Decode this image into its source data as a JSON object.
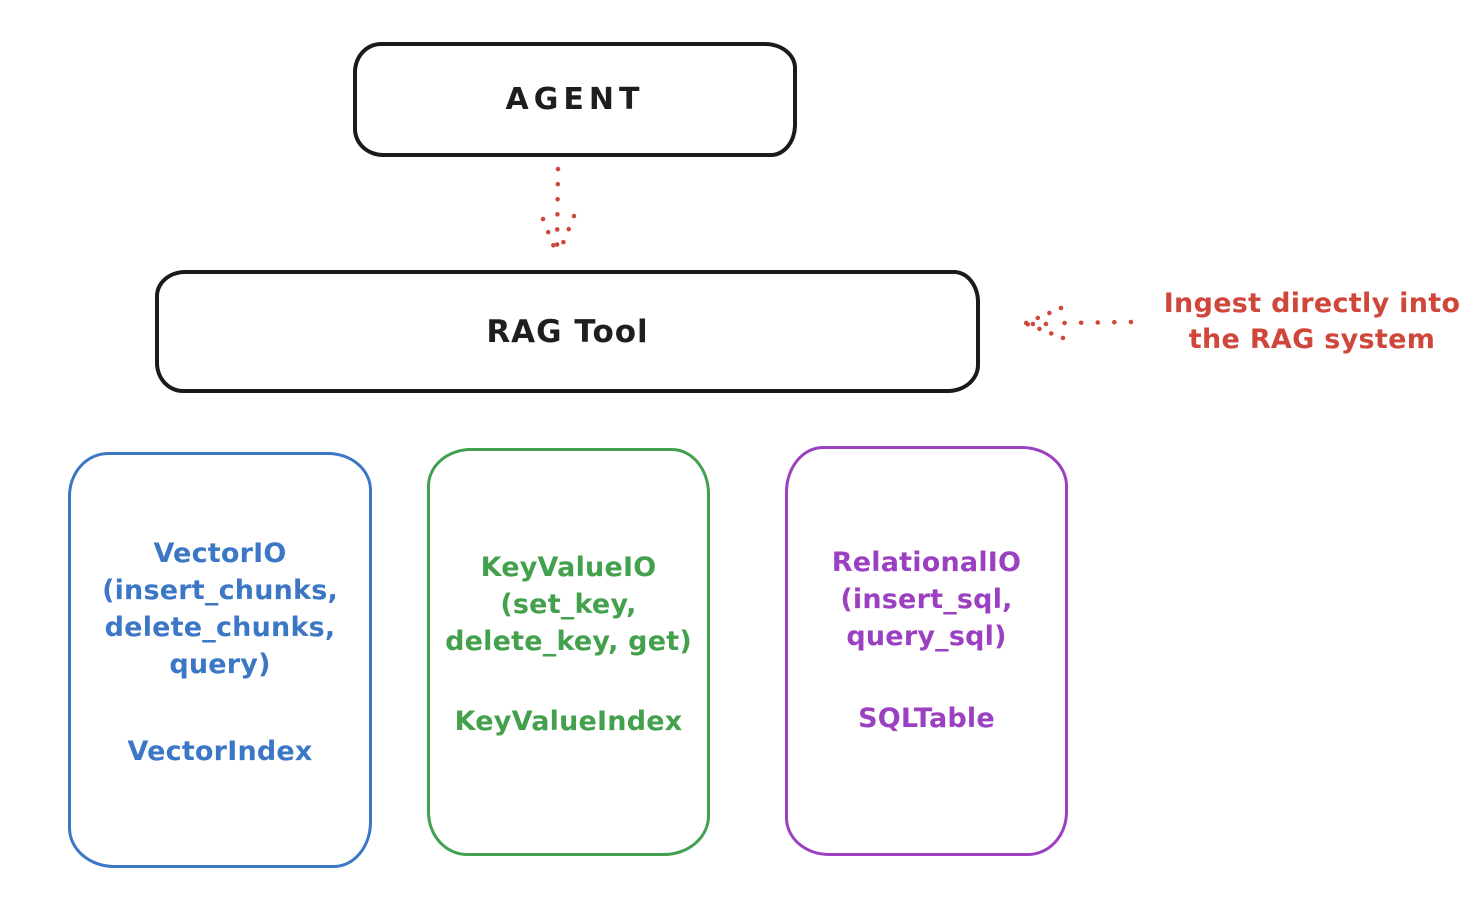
{
  "nodes": {
    "agent": {
      "label": "AGENT"
    },
    "rag_tool": {
      "label": "RAG Tool"
    },
    "backends": [
      {
        "lines": [
          "VectorIO",
          "(insert_chunks,",
          "delete_chunks,",
          "query)"
        ],
        "index_label": "VectorIndex",
        "color": "#3b77c5"
      },
      {
        "lines": [
          "KeyValueIO",
          "(set_key,",
          "delete_key, get)"
        ],
        "index_label": "KeyValueIndex",
        "color": "#43a04c"
      },
      {
        "lines": [
          "RelationalIO",
          "(insert_sql,",
          "query_sql)"
        ],
        "index_label": "SQLTable",
        "color": "#9c40c2"
      }
    ]
  },
  "annotation": {
    "line1": "Ingest directly into",
    "line2": "the RAG system",
    "color": "#cf463a"
  },
  "arrows": {
    "agent_to_rag_tool": {
      "style": "dotted",
      "direction": "down",
      "color": "#cf463a"
    },
    "annotation_to_rag_tool": {
      "style": "dotted",
      "direction": "left",
      "color": "#cf463a"
    }
  },
  "palette": {
    "stroke_black": "#1a1a1a",
    "red": "#cf463a",
    "blue": "#3b77c5",
    "green": "#43a04c",
    "purple": "#9c40c2",
    "background": "#ffffff"
  }
}
